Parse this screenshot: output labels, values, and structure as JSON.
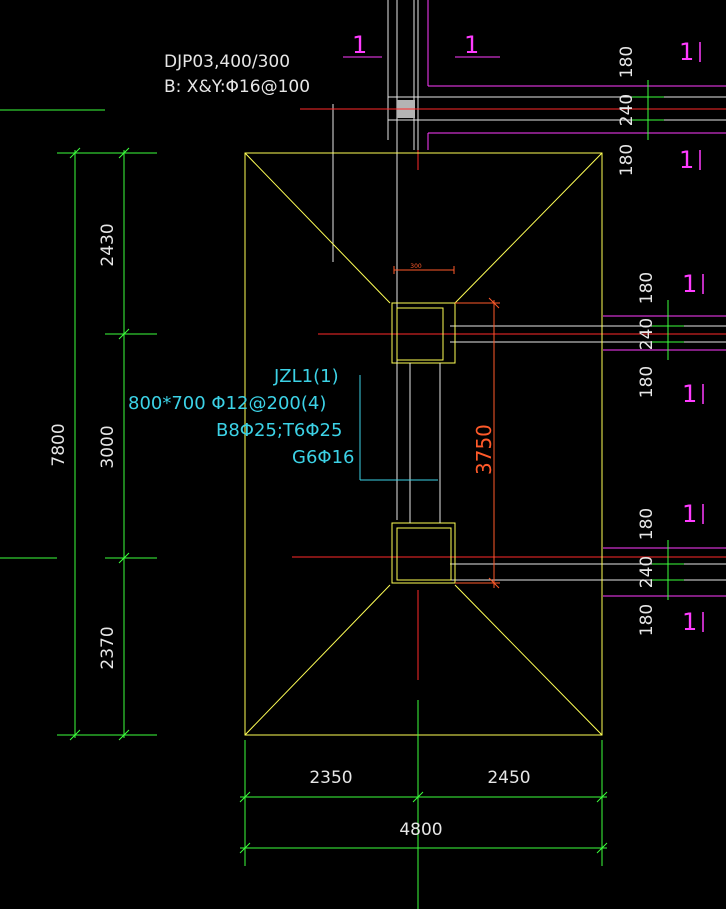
{
  "colors": {
    "background": "#000000",
    "footing": "#ffff55",
    "dim_green": "#3cff3c",
    "axis_red": "#ff2a2a",
    "wall_white": "#e6e6e6",
    "magenta": "#ff3cff",
    "cyan": "#3cd2e6",
    "orange_dim": "#ff5a2a",
    "label_white": "#e6e6e6",
    "grey_block": "#b4b4b4"
  },
  "footing_label": {
    "line1": "DJP03,400/300",
    "line2": "B: X&Y:Φ16@100"
  },
  "beam_label": {
    "name": "JZL1(1)",
    "section": "800*700  Φ12@200(4)",
    "bars": "B8Φ25;T6Φ25",
    "side_bars": "G6Φ16"
  },
  "beam_span": "3750",
  "small_dim": "300",
  "left_dims": {
    "total": "7800",
    "top": "2430",
    "middle": "3000",
    "bottom": "2370"
  },
  "bottom_dims": {
    "left": "2350",
    "right": "2450",
    "total": "4800"
  },
  "right_group_top": {
    "upper": "180",
    "wall": "240",
    "lower": "180"
  },
  "right_group_mid": {
    "upper": "180",
    "wall": "240",
    "lower": "180"
  },
  "right_group_bottom": {
    "upper": "180",
    "wall": "240",
    "lower": "180"
  },
  "section_markers": {
    "top_left": "1",
    "top_center": "1",
    "top_right": "1",
    "row2_right": "1",
    "row3_right": "1",
    "row4_right": "1",
    "row5_right": "1",
    "row6_right": "1"
  }
}
